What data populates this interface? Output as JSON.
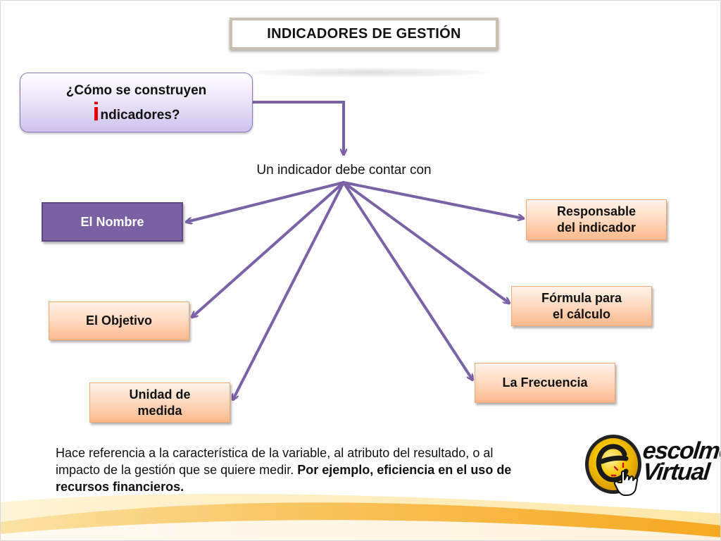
{
  "title": "INDICADORES DE GESTIÓN",
  "question": {
    "line1": "¿Cómo se construyen",
    "big_letter": "i",
    "line2_rest": "ndicadores?"
  },
  "center_text": "Un indicador debe contar con",
  "nodes": {
    "nombre": "El Nombre",
    "objetivo": "El Objetivo",
    "unidad_line1": "Unidad de",
    "unidad_line2": "medida",
    "responsable_line1": "Responsable",
    "responsable_line2": "del indicador",
    "formula_line1": "Fórmula para",
    "formula_line2": "el cálculo",
    "frecuencia": "La Frecuencia"
  },
  "description": {
    "normal": "Hace referencia a la característica de la variable, al atributo del resultado, o al impacto de la gestión que se quiere medir.",
    "bold": "Por ejemplo, eficiencia en el uso de recursos financieros."
  },
  "logo": {
    "line1": "escolme",
    "line2": "Virtual"
  },
  "colors": {
    "arrow": "#7b62a6",
    "nombre_fill": "#7a61a3",
    "peach_border": "#f2a776",
    "accent_red": "#e00000",
    "swoosh_orange": "#f6a821"
  }
}
